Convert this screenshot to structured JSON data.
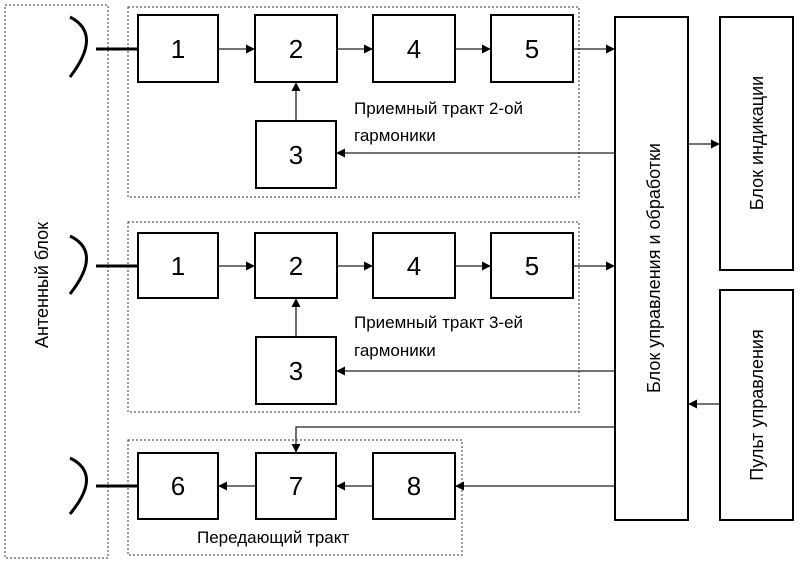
{
  "antenna_block": {
    "label": "Антенный блок"
  },
  "control_block": {
    "label": "Блок управления и обработки"
  },
  "indication_block": {
    "label": "Блок индикации"
  },
  "control_panel": {
    "label": "Пульт управления"
  },
  "receive_2": {
    "caption_line1": "Приемный тракт 2-ой",
    "caption_line2": "гармоники",
    "blocks": [
      "1",
      "2",
      "4",
      "5",
      "3"
    ]
  },
  "receive_3": {
    "caption_line1": "Приемный тракт 3-ей",
    "caption_line2": "гармоники",
    "blocks": [
      "1",
      "2",
      "4",
      "5",
      "3"
    ]
  },
  "transmit": {
    "caption": "Передающий тракт",
    "blocks": [
      "6",
      "7",
      "8"
    ]
  }
}
